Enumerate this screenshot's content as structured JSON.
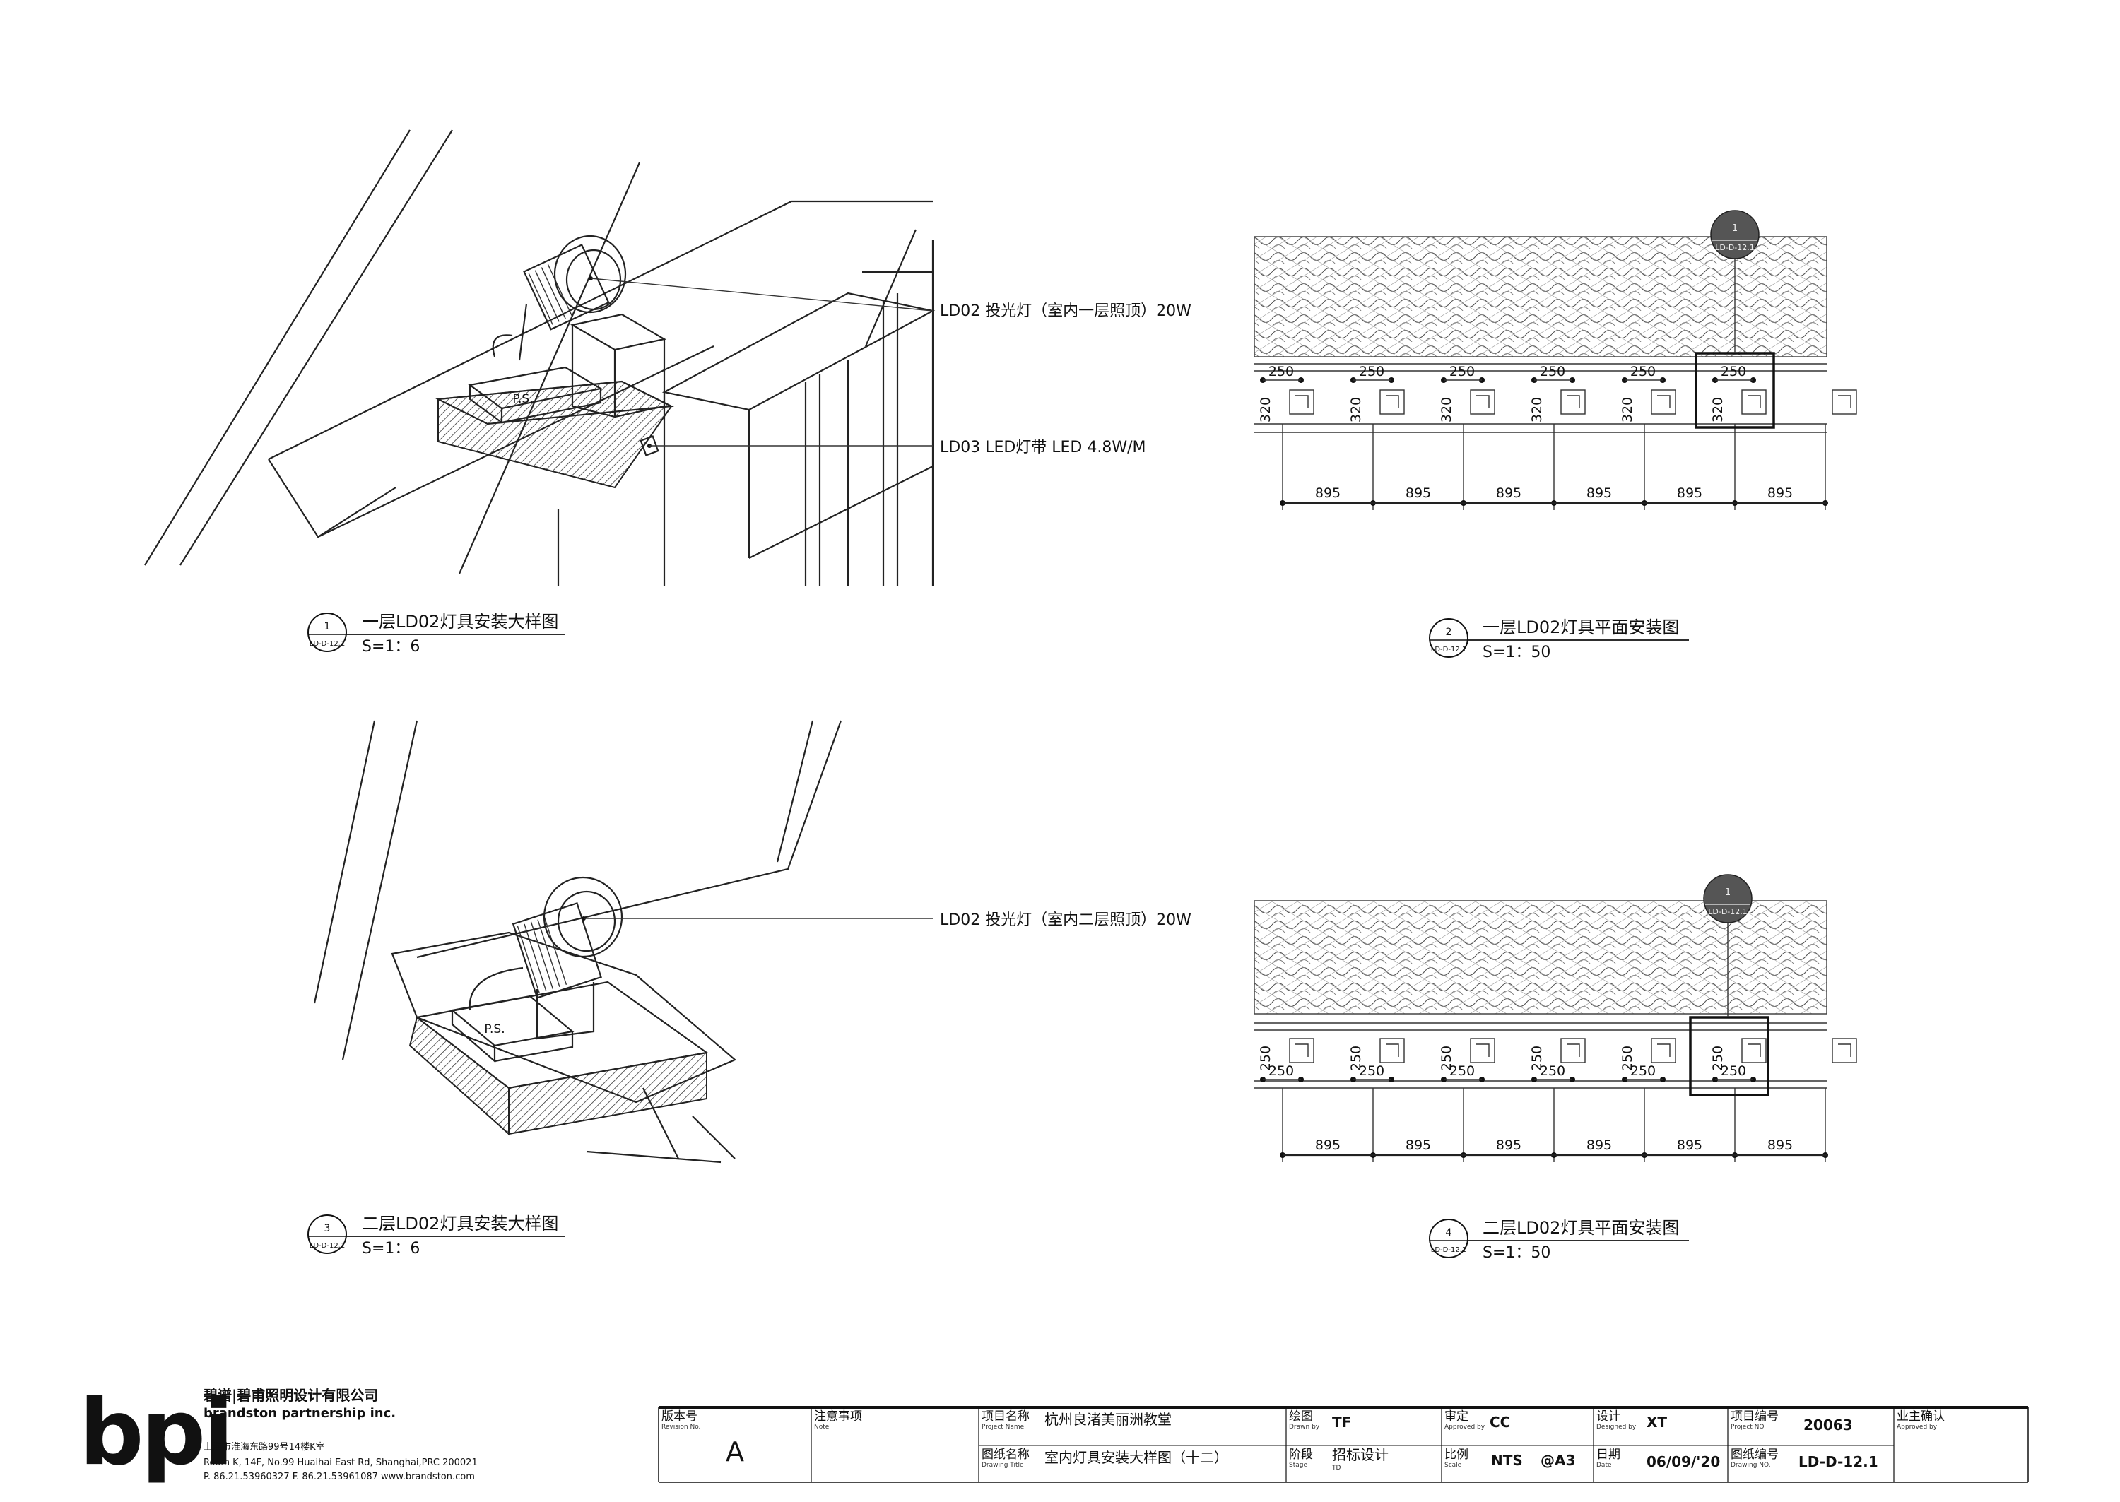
{
  "details": [
    {
      "num": "1",
      "sheet": "LD-D-12.1",
      "title": "一层LD02灯具安装大样图",
      "scale": "S=1：6"
    },
    {
      "num": "2",
      "sheet": "LD-D-12.1",
      "title": "一层LD02灯具平面安装图",
      "scale": "S=1：50"
    },
    {
      "num": "3",
      "sheet": "LD-D-12.1",
      "title": "二层LD02灯具安装大样图",
      "scale": "S=1：6"
    },
    {
      "num": "4",
      "sheet": "LD-D-12.1",
      "title": "二层LD02灯具平面安装图",
      "scale": "S=1：50"
    }
  ],
  "callouts": {
    "d1_ld02": "LD02 投光灯（室内一层照顶）20W",
    "d1_ld03": "LD03 LED灯带 LED 4.8W/M",
    "d3_ld02": "LD02 投光灯（室内二层照顶）20W",
    "ps": "P.S."
  },
  "plan_marker": {
    "num": "1",
    "sheet": "LD-D-12.1"
  },
  "dimensions": {
    "spacing": "895",
    "offset": "250",
    "depth_1f": "320",
    "depth_2f": "250"
  },
  "company": {
    "logo": "bpi",
    "name_cn": "碧谱|碧甫照明设计有限公司",
    "name_en": "brandston partnership inc.",
    "address_cn": "上海市淮海东路99号14楼K室",
    "address_en": "Room K, 14F, No.99 Huaihai East Rd, Shanghai,PRC 200021",
    "contact": "P. 86.21.53960327  F. 86.21.53961087  www.brandston.com"
  },
  "title_block": {
    "revision": {
      "label": "版本号",
      "sub": "Revision No.",
      "value": "A"
    },
    "note": {
      "label": "注意事项",
      "sub": "Note"
    },
    "project_name": {
      "label": "项目名称",
      "sub": "Project Name",
      "value": "杭州良渚美丽洲教堂"
    },
    "drawing_title": {
      "label": "图纸名称",
      "sub": "Drawing Title",
      "value": "室内灯具安装大样图（十二）"
    },
    "drawn_by": {
      "label": "绘图",
      "sub": "Drawn by",
      "value": "TF"
    },
    "stage": {
      "label": "阶段",
      "sub": "Stage",
      "value": "招标设计",
      "sub_value": "TD"
    },
    "approved": {
      "label": "审定",
      "sub": "Approved by",
      "value": "CC"
    },
    "scale": {
      "label": "比例",
      "sub": "Scale",
      "value": "NTS",
      "paper": "@A3"
    },
    "designed_by": {
      "label": "设计",
      "sub": "Designed by",
      "value": "XT"
    },
    "date": {
      "label": "日期",
      "sub": "Date",
      "value": "06/09/'20"
    },
    "project_no": {
      "label": "项目编号",
      "sub": "Project NO.",
      "value": "20063"
    },
    "drawing_no": {
      "label": "图纸编号",
      "sub": "Drawing NO.",
      "value": "LD-D-12.1"
    },
    "owner": {
      "label": "业主确认",
      "sub": "Approved by"
    }
  }
}
